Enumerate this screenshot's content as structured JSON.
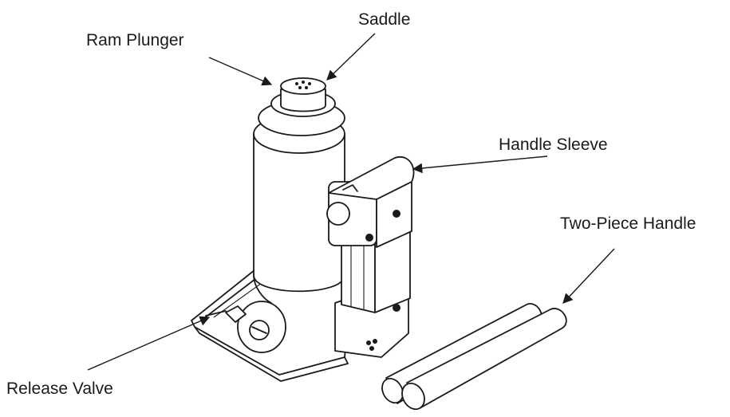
{
  "labels": {
    "saddle": "Saddle",
    "ram_plunger": "Ram Plunger",
    "handle_sleeve": "Handle Sleeve",
    "two_piece_handle": "Two-Piece Handle",
    "release_valve": "Release Valve"
  },
  "colors": {
    "line": "#1a1a1a",
    "background": "#ffffff"
  }
}
